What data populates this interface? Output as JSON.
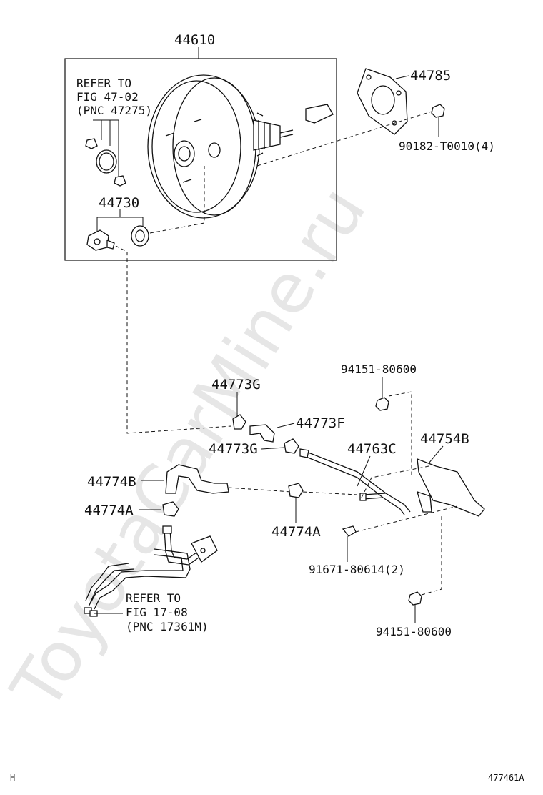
{
  "watermark": "ToyotaCarMine.ru",
  "footer": {
    "left": "H",
    "right": "477461A"
  },
  "labels": {
    "p44610": "44610",
    "refer_47_line1": "REFER TO",
    "refer_47_line2": "FIG 47-02",
    "refer_47_line3": "(PNC 47275)",
    "p44730": "44730",
    "p44785": "44785",
    "p90182": "90182-T0010(4)",
    "p94151_top": "94151-80600",
    "p44773G_top": "44773G",
    "p44773F": "44773F",
    "p44773G_mid": "44773G",
    "p44763C": "44763C",
    "p44754B": "44754B",
    "p44774B": "44774B",
    "p44774A_left": "44774A",
    "p44774A_mid": "44774A",
    "p91671": "91671-80614(2)",
    "p94151_bottom": "94151-80600",
    "refer_17_line1": "REFER TO",
    "refer_17_line2": "FIG 17-08",
    "refer_17_line3": "(PNC 17361M)"
  }
}
